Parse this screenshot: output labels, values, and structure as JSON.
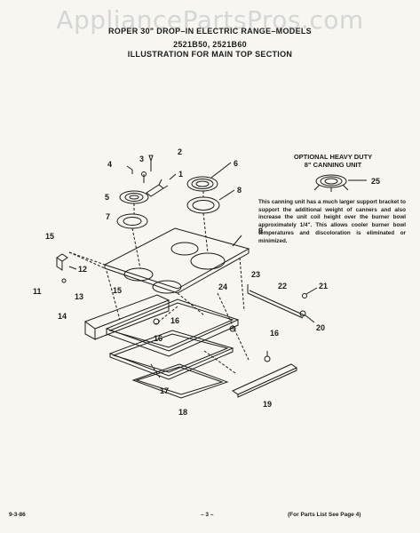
{
  "watermark": "AppliancePartsPros.com",
  "header": {
    "line1": "ROPER 30\" DROP–IN ELECTRIC RANGE–MODELS",
    "line2": "2521B50, 2521B60",
    "line3": "ILLUSTRATION FOR MAIN TOP SECTION"
  },
  "optional": {
    "title1": "OPTIONAL HEAVY DUTY",
    "title2": "8\" CANNING UNIT",
    "callout": "25",
    "note": "This canning unit has a much larger support bracket to support the additional weight of canners and also increase the unit coil height over the burner bowl approximately 1/4\". This allows cooler burner bowl temperatures and discoloration is eliminated or minimized."
  },
  "callouts": {
    "c1": "1",
    "c2": "2",
    "c3": "3",
    "c4": "4",
    "c5": "5",
    "c6": "6",
    "c7": "7",
    "c8": "8",
    "c9": "9",
    "c11": "11",
    "c12": "12",
    "c13": "13",
    "c14": "14",
    "c15": "15",
    "c15b": "15",
    "c16a": "16",
    "c16b": "16",
    "c16c": "16",
    "c17": "17",
    "c18": "18",
    "c19": "19",
    "c20": "20",
    "c21": "21",
    "c22": "22",
    "c23": "23",
    "c24": "24"
  },
  "footer": {
    "date": "9-3-86",
    "page": "– 3 –",
    "ref": "(For Parts List See Page 4)"
  }
}
